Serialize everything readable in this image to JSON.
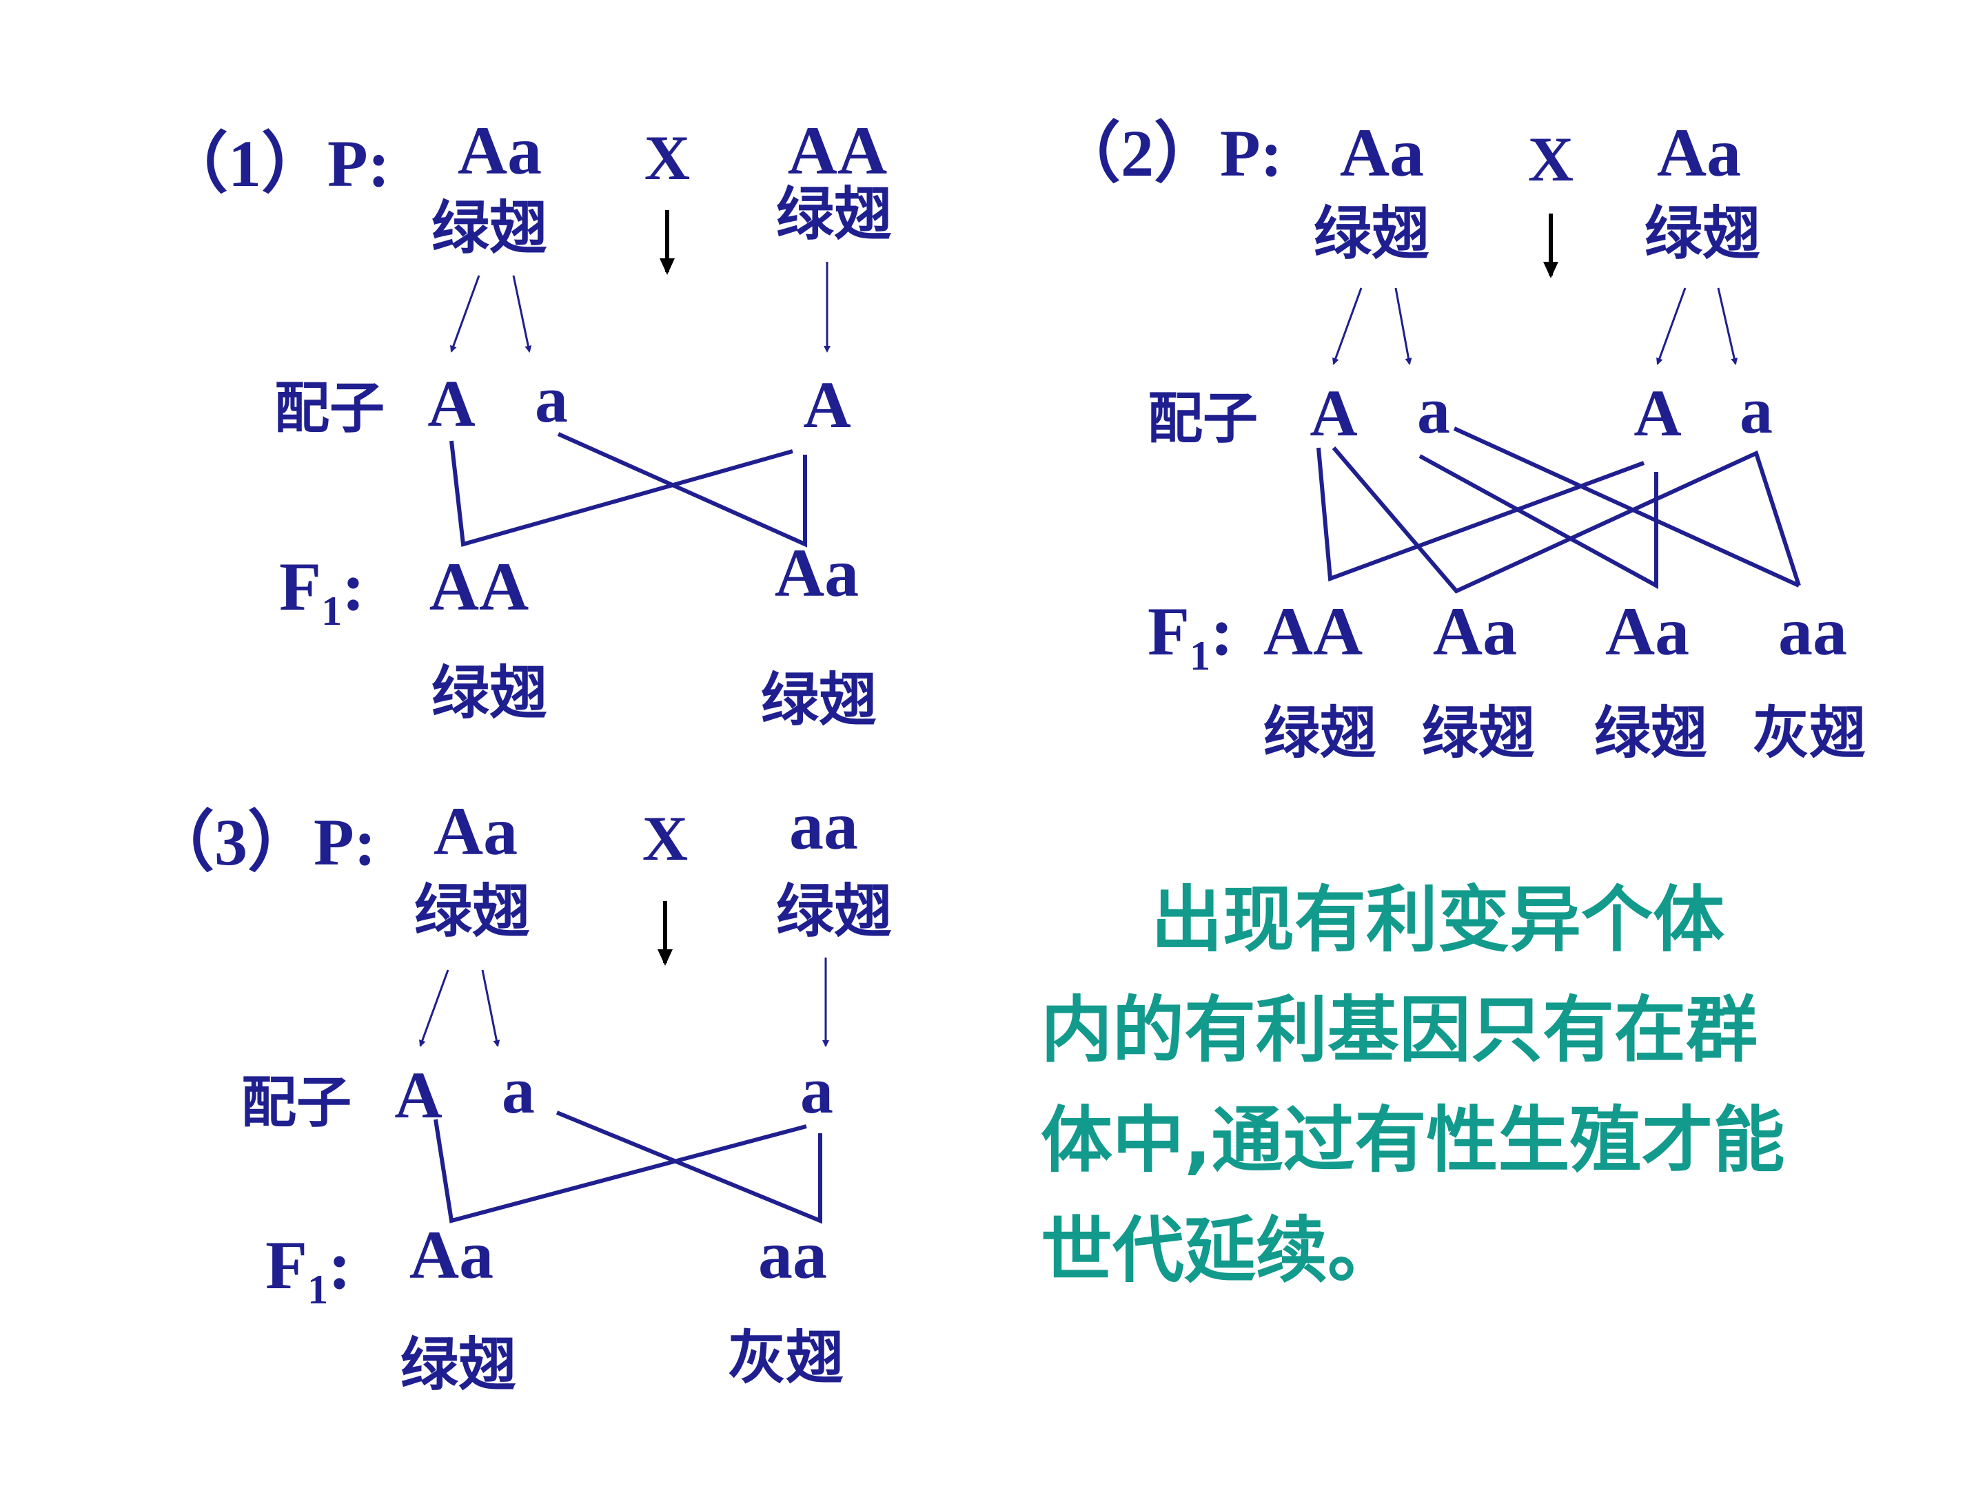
{
  "colors": {
    "text": "#1f1f8f",
    "line": "#1f1f8f",
    "arrow": "#000000",
    "note": "#129a8c"
  },
  "panel1": {
    "label": "（1）P:",
    "p1_genotype": "Aa",
    "p1_phenotype": "绿翅",
    "cross": "X",
    "p2_genotype": "AA",
    "p2_phenotype": "绿翅",
    "gamete_label": "配子",
    "gametes": [
      "A",
      "a",
      "A"
    ],
    "f1_label": "F",
    "f1_sub": "1",
    "f1_colon": ":",
    "offspring": [
      {
        "genotype": "AA",
        "phenotype": "绿翅"
      },
      {
        "genotype": "Aa",
        "phenotype": "绿翅"
      }
    ]
  },
  "panel2": {
    "label": "（2）P:",
    "p1_genotype": "Aa",
    "p1_phenotype": "绿翅",
    "cross": "X",
    "p2_genotype": "Aa",
    "p2_phenotype": "绿翅",
    "gamete_label": "配子",
    "gametes": [
      "A",
      "a",
      "A",
      "a"
    ],
    "f1_label": "F",
    "f1_sub": "1",
    "f1_colon": ":",
    "offspring": [
      {
        "genotype": "AA",
        "phenotype": "绿翅"
      },
      {
        "genotype": "Aa",
        "phenotype": "绿翅"
      },
      {
        "genotype": "Aa",
        "phenotype": "绿翅"
      },
      {
        "genotype": "aa",
        "phenotype": "灰翅"
      }
    ]
  },
  "panel3": {
    "label": "（3）P:",
    "p1_genotype": "Aa",
    "p1_phenotype": "绿翅",
    "cross": "X",
    "p2_genotype": "aa",
    "p2_phenotype": "绿翅",
    "gamete_label": "配子",
    "gametes": [
      "A",
      "a",
      "a"
    ],
    "f1_label": "F",
    "f1_sub": "1",
    "f1_colon": ":",
    "offspring": [
      {
        "genotype": "Aa",
        "phenotype": "绿翅"
      },
      {
        "genotype": "aa",
        "phenotype": "灰翅"
      }
    ]
  },
  "note": {
    "line1": "出现有利变异个体",
    "line2": "内的有利基因只有在群",
    "line3": "体中,通过有性生殖才能",
    "line4": "世代延续。"
  }
}
